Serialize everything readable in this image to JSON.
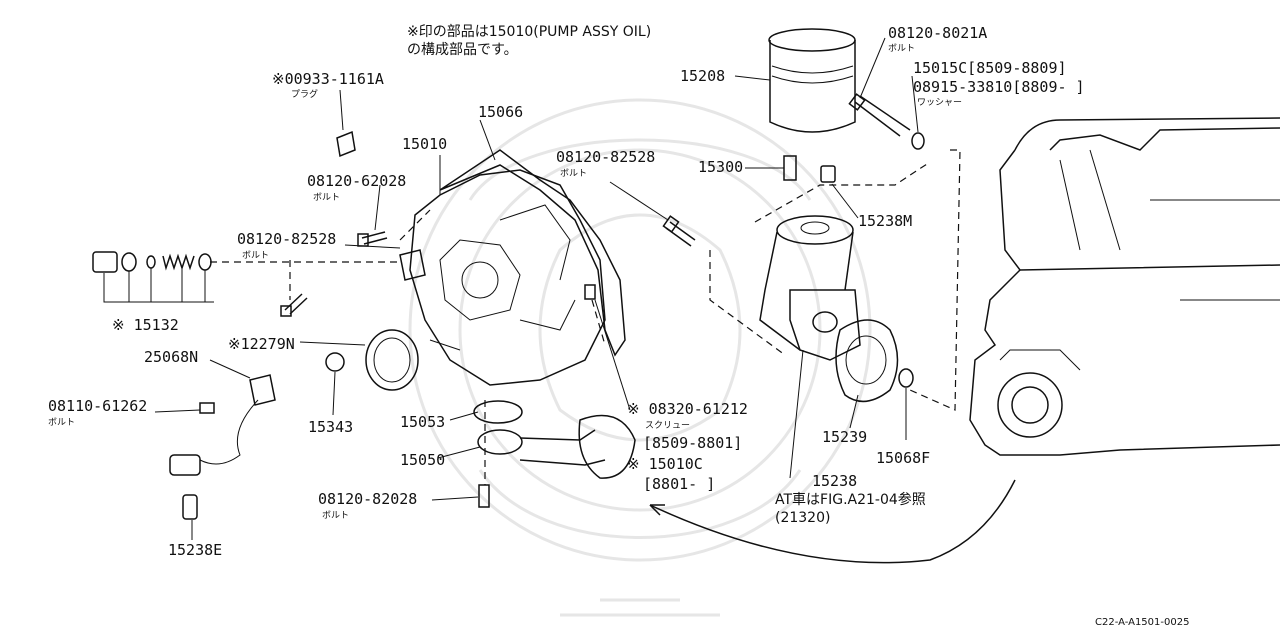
{
  "notes": {
    "header_line1": "※印の部品は15010(PUMP ASSY OIL)",
    "header_line2": "の構成部品です。",
    "at_note_line1": "AT車はFIG.A21-04参照",
    "at_note_line2": "(21320)",
    "figure_code": "C22-A-A1501-0025"
  },
  "callouts": {
    "c00933": {
      "number": "※00933-1161A",
      "sub": "プラグ"
    },
    "c15066": {
      "number": "15066"
    },
    "c15010": {
      "number": "15010"
    },
    "c08120_62028": {
      "number": "08120-62028",
      "sub": "ボルト"
    },
    "c08120_82528_left": {
      "number": "08120-82528",
      "sub": "ボルト"
    },
    "c15132": {
      "number": "※ 15132"
    },
    "c12279N": {
      "number": "※12279N"
    },
    "c25068N": {
      "number": "25068N"
    },
    "c08110": {
      "number": "08110-61262",
      "sub": "ボルト"
    },
    "c15343": {
      "number": "15343"
    },
    "c15053": {
      "number": "15053"
    },
    "c15050": {
      "number": "15050"
    },
    "c15238E": {
      "number": "15238E"
    },
    "c08120_82028": {
      "number": "08120-82028",
      "sub": "ボルト"
    },
    "c08320": {
      "number": "※ 08320-61212",
      "sub": "スクリュー"
    },
    "c8509_8801": {
      "number": "[8509-8801]"
    },
    "c15010C": {
      "number": "※ 15010C"
    },
    "c8801": {
      "number": "[8801-      ]"
    },
    "c15208": {
      "number": "15208"
    },
    "c08120_8021A": {
      "number": "08120-8021A",
      "sub": "ボルト"
    },
    "c15015C": {
      "number": "15015C[8509-8809]"
    },
    "c08915": {
      "number": "08915-33810[8809-  ]",
      "sub": "ワッシャー"
    },
    "c08120_82528_mid": {
      "number": "08120-82528",
      "sub": "ボルト"
    },
    "c15300": {
      "number": "15300"
    },
    "c15238M": {
      "number": "15238M"
    },
    "c15239": {
      "number": "15239"
    },
    "c15068F": {
      "number": "15068F"
    },
    "c15238": {
      "number": "15238"
    }
  }
}
